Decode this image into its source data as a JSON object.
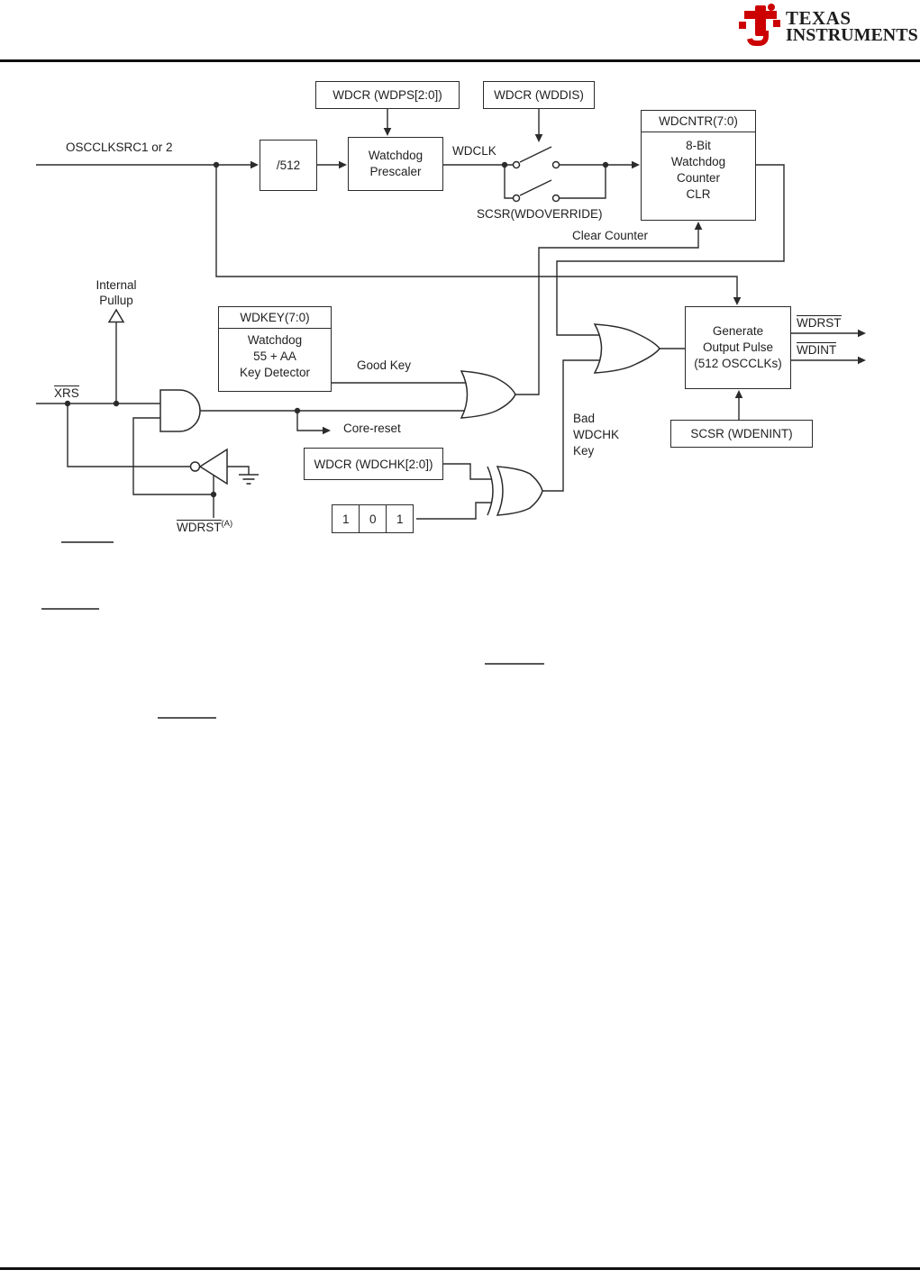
{
  "header": {
    "brand_line1": "TEXAS",
    "brand_line2": "INSTRUMENTS"
  },
  "colors": {
    "brand_red": "#cc0000",
    "ink": "#2b2b2b"
  },
  "diagram": {
    "osc_input_label": "OSCCLKSRC1 or 2",
    "div512_label": "/512",
    "prescaler_lines": [
      "Watchdog",
      "Prescaler"
    ],
    "wdps_label": "WDCR (WDPS[2:0])",
    "wddis_label": "WDCR (WDDIS)",
    "wdclk_label": "WDCLK",
    "override_label": "SCSR(WDOVERRIDE)",
    "counter_title": "WDCNTR(7:0)",
    "counter_lines": [
      "8-Bit",
      "Watchdog",
      "Counter",
      "CLR"
    ],
    "clear_counter_label": "Clear Counter",
    "pullup_lines": [
      "Internal",
      "Pullup"
    ],
    "wdkey_title": "WDKEY(7:0)",
    "wdkey_lines": [
      "Watchdog",
      "55 + AA",
      "Key Detector"
    ],
    "good_key_label": "Good Key",
    "xrs_label": "XRS",
    "core_reset_label": "Core-reset",
    "wdchk_label": "WDCR (WDCHK[2:0])",
    "check_bits": [
      "1",
      "0",
      "1"
    ],
    "bad_key_lines": [
      "Bad",
      "WDCHK",
      "Key"
    ],
    "generate_lines": [
      "Generate",
      "Output Pulse",
      "(512 OSCCLKs)"
    ],
    "wdrst_label": "WDRST",
    "wdint_label": "WDINT",
    "wdenint_label": "SCSR (WDENINT)",
    "wdrst_note_label": "WDRST",
    "wdrst_note_sup": "(A)"
  }
}
